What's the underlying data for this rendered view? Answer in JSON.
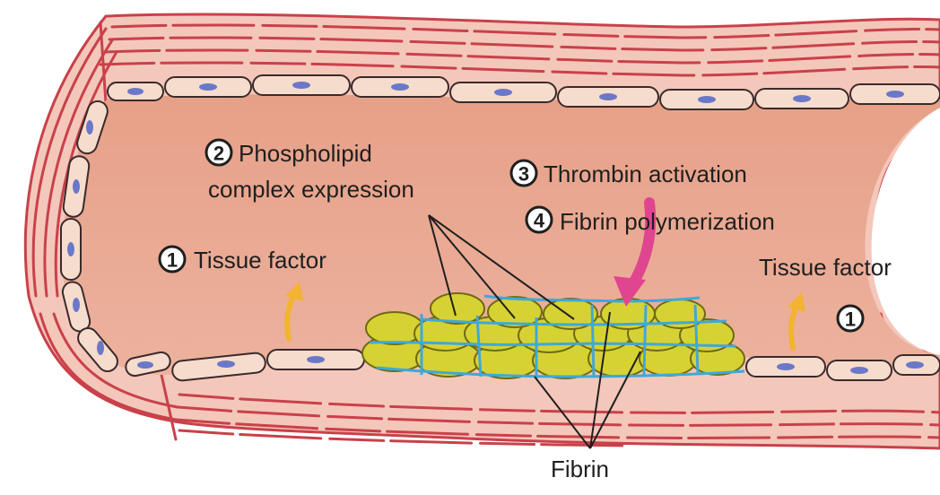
{
  "labels": {
    "step2_line1": "Phospholipid",
    "step2_line2": "complex expression",
    "step3": "Thrombin activation",
    "step4": "Fibrin polymerization",
    "step1_left": "Tissue factor",
    "step1_right": "Tissue factor",
    "fibrin": "Fibrin"
  },
  "numbers": {
    "n1_left": "1",
    "n2": "2",
    "n3": "3",
    "n4": "4",
    "n1_right": "1"
  },
  "colors": {
    "lumen": "#e9a58c",
    "wall_base": "#f4c7bb",
    "wall_line": "#c9414a",
    "endothelial_cell": "#f6dccd",
    "nucleus": "#6b78c8",
    "platelet": "#d7d233",
    "fibrin": "#3fa8d8",
    "thrombin_arrow": "#e0458f",
    "tissue_factor_arrow": "#f2b431"
  }
}
